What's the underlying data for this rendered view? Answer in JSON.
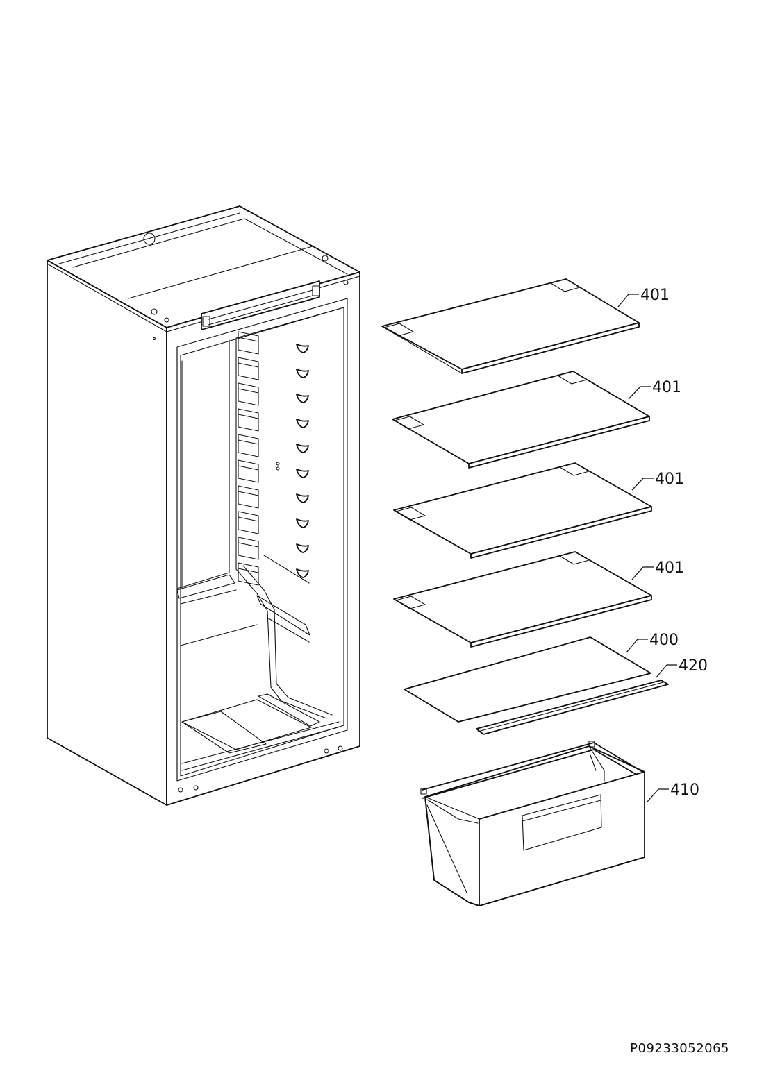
{
  "labels": {
    "shelf_1": "401",
    "shelf_2": "401",
    "shelf_3": "401",
    "shelf_4": "401",
    "shelf_bottom": "400",
    "shelf_trim": "420",
    "crisper_drawer": "410"
  },
  "document_code": "P09233052065"
}
